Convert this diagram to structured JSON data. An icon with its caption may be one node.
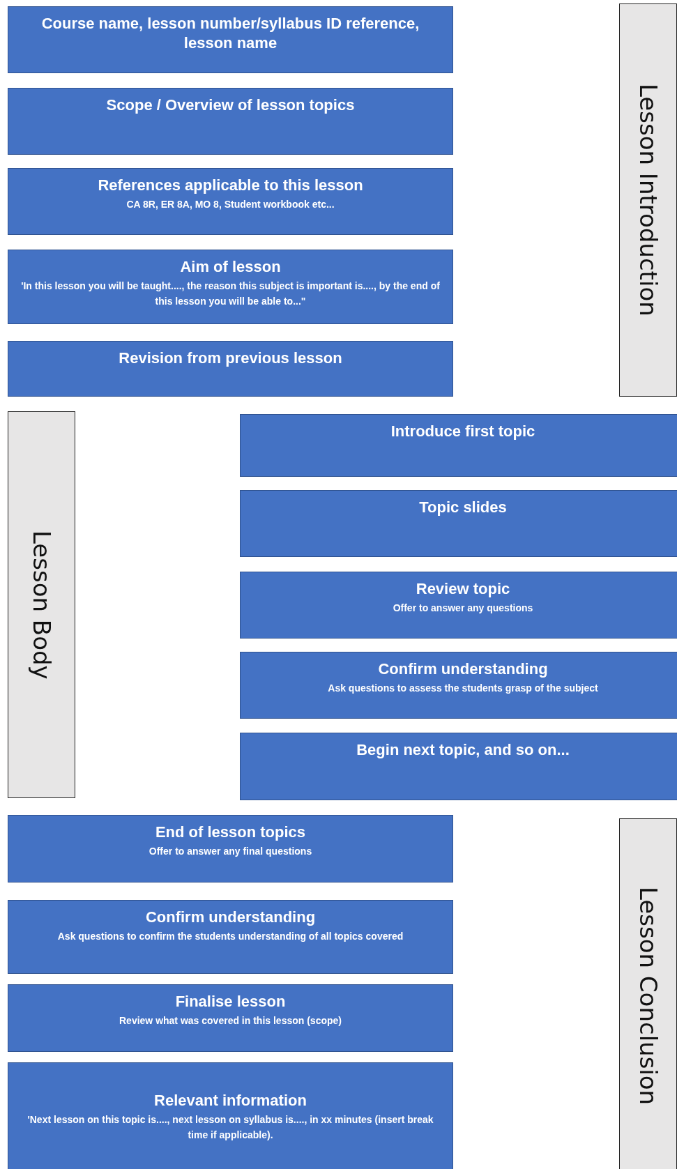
{
  "diagram": {
    "nodes": [
      {
        "text": [
          "Course name, lesson number/syllabus ID reference, lesson name"
        ]
      },
      {
        "text": [
          "Scope / Overview of lesson topics"
        ]
      },
      {
        "text": [
          "References applicable to this lesson",
          "CA 8R, ER 8A, MO 8, Student workbook etc..."
        ]
      },
      {
        "text": [
          "Aim of lesson",
          "'In this lesson you will be taught...., the reason this subject is important is...., by the end of this lesson you will be able to...\""
        ]
      },
      {
        "text": [
          "Revision from previous lesson"
        ]
      },
      {
        "text": [
          "Lesson Introduction"
        ]
      },
      {
        "text": [
          "Lesson Body"
        ]
      },
      {
        "text": [
          "Introduce first topic"
        ]
      },
      {
        "text": [
          "Topic slides"
        ]
      },
      {
        "text": [
          "Review topic",
          "Offer to answer any questions"
        ]
      },
      {
        "text": [
          "Confirm understanding",
          "Ask questions to assess the students grasp of the subject"
        ]
      },
      {
        "text": [
          "Begin next topic, and so on..."
        ]
      },
      {
        "text": [
          "End of lesson topics",
          "Offer to answer any final questions"
        ]
      },
      {
        "text": [
          "Confirm understanding",
          "Ask questions to confirm the students understanding of all topics covered"
        ]
      },
      {
        "text": [
          "Finalise lesson",
          "Review what was covered in this lesson (scope)"
        ]
      },
      {
        "text": [
          "Relevant information",
          "'Next lesson on this topic is...., next lesson on syllabus is...., in xx minutes (insert break time if applicable)."
        ]
      },
      {
        "text": [
          "Lesson Conclusion"
        ]
      }
    ],
    "edges": []
  }
}
